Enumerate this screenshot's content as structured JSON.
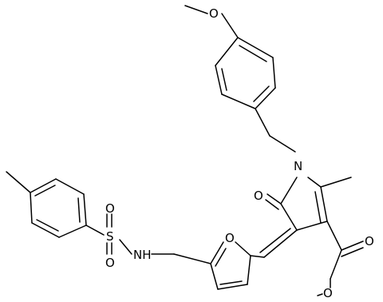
{
  "molecule": {
    "atom_labels": {
      "methoxy_oxygen": "O",
      "pyrrole_nitrogen": "N",
      "lactam_oxygen": "O",
      "ester_carbonyl_oxygen": "O",
      "ester_alkoxy_oxygen": "O",
      "furan_oxygen": "O",
      "amine": "NH",
      "sulfur": "S",
      "sulfonyl_oxygen_top": "O",
      "sulfonyl_oxygen_bottom": "O"
    }
  }
}
